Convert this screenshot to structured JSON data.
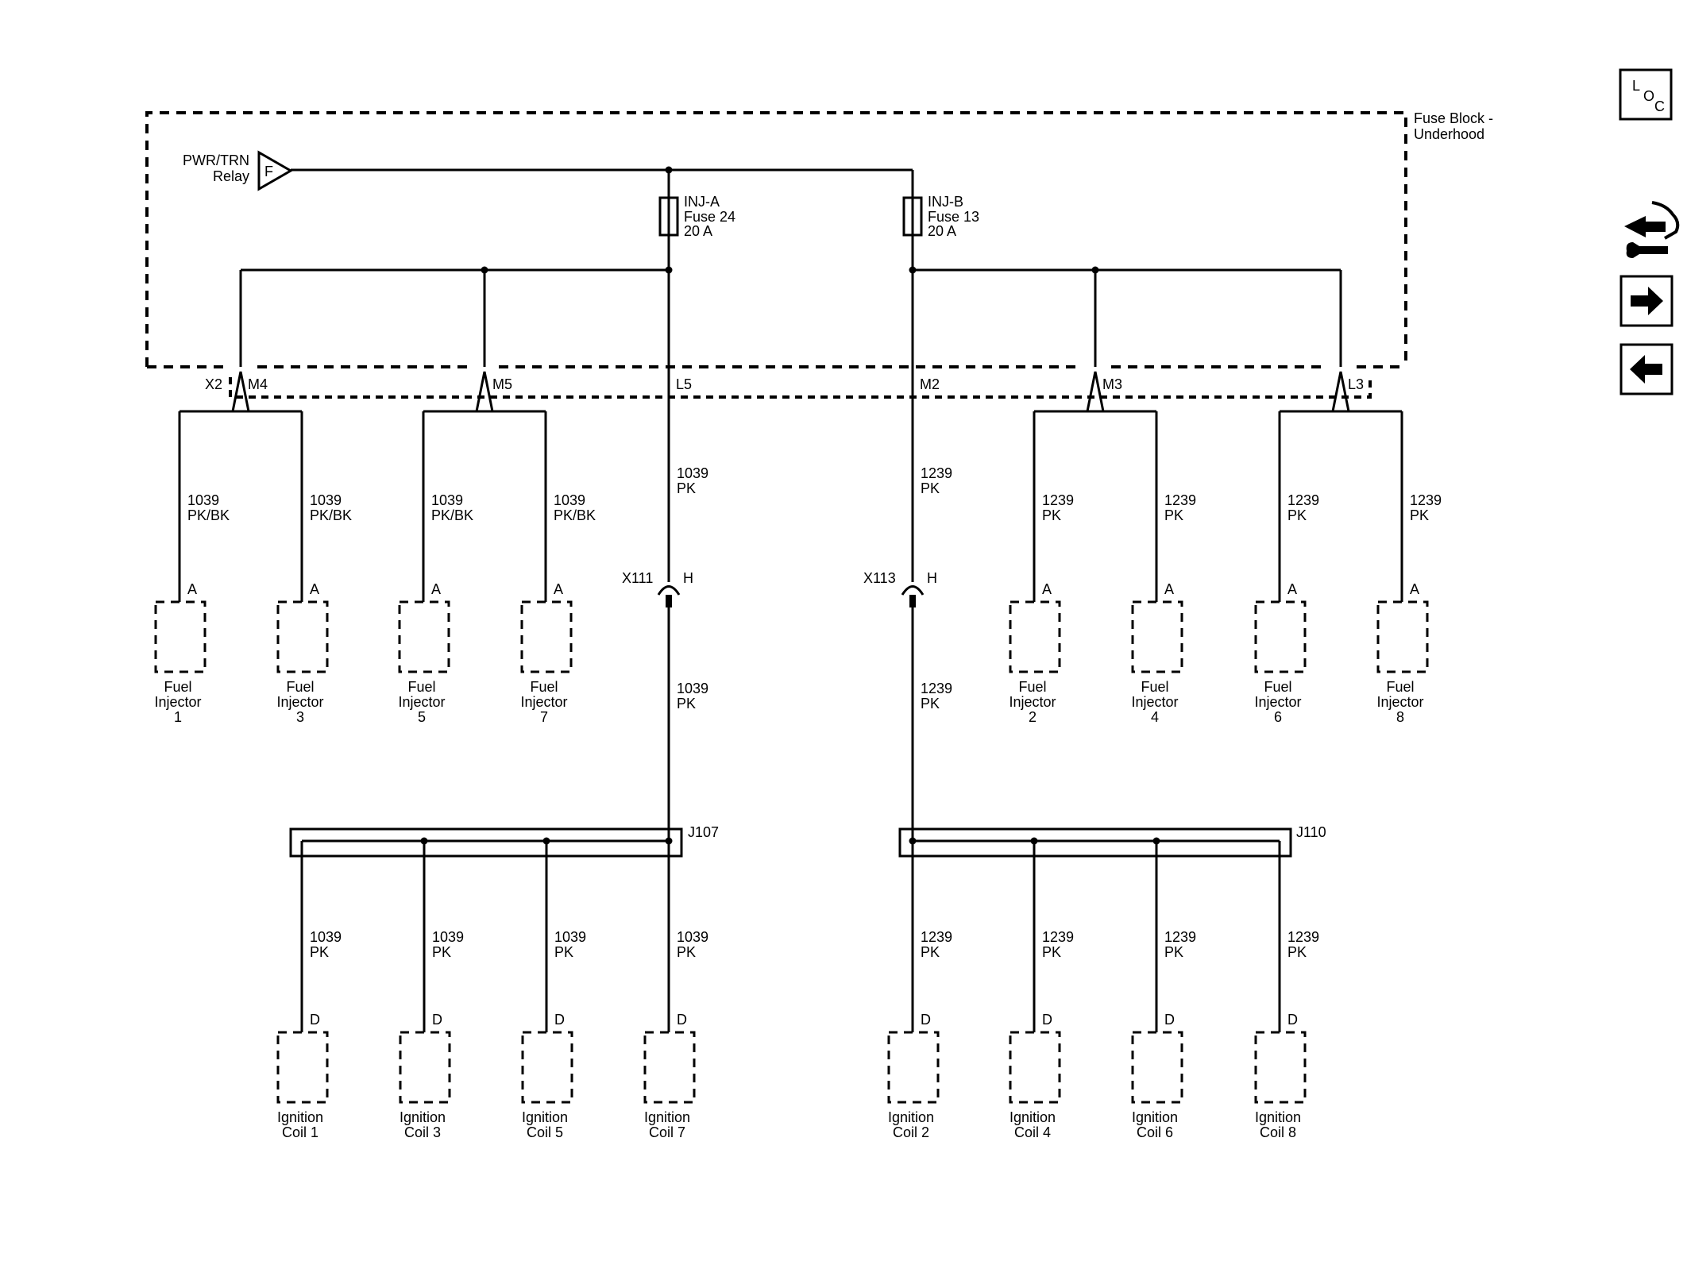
{
  "fuse_block": {
    "title_line1": "Fuse Block -",
    "title_line2": "Underhood",
    "relay_line1": "PWR/TRN",
    "relay_line2": "Relay",
    "relay_pin": "F",
    "fuse_a": {
      "line1": "INJ-A",
      "line2": "Fuse 24",
      "line3": "20 A"
    },
    "fuse_b": {
      "line1": "INJ-B",
      "line2": "Fuse 13",
      "line3": "20 A"
    },
    "pins": {
      "x2": "X2",
      "m4": "M4",
      "m5": "M5",
      "l5": "L5",
      "m2": "M2",
      "m3": "M3",
      "l3": "L3"
    }
  },
  "wires": {
    "inj_left": [
      {
        "num": "1039",
        "color": "PK/BK"
      },
      {
        "num": "1039",
        "color": "PK/BK"
      },
      {
        "num": "1039",
        "color": "PK/BK"
      },
      {
        "num": "1039",
        "color": "PK/BK"
      }
    ],
    "inj_right": [
      {
        "num": "1239",
        "color": "PK"
      },
      {
        "num": "1239",
        "color": "PK"
      },
      {
        "num": "1239",
        "color": "PK"
      },
      {
        "num": "1239",
        "color": "PK"
      }
    ],
    "feed_a_upper": {
      "num": "1039",
      "color": "PK"
    },
    "feed_b_upper": {
      "num": "1239",
      "color": "PK"
    },
    "feed_a_lower": {
      "num": "1039",
      "color": "PK"
    },
    "feed_b_lower": {
      "num": "1239",
      "color": "PK"
    },
    "coil_left": [
      {
        "num": "1039",
        "color": "PK"
      },
      {
        "num": "1039",
        "color": "PK"
      },
      {
        "num": "1039",
        "color": "PK"
      },
      {
        "num": "1039",
        "color": "PK"
      }
    ],
    "coil_right": [
      {
        "num": "1239",
        "color": "PK"
      },
      {
        "num": "1239",
        "color": "PK"
      },
      {
        "num": "1239",
        "color": "PK"
      },
      {
        "num": "1239",
        "color": "PK"
      }
    ]
  },
  "connectors": {
    "x111": "X111",
    "x113": "X113",
    "pin_h": "H",
    "j107": "J107",
    "j110": "J110"
  },
  "injectors_left": [
    {
      "pin": "A",
      "line1": "Fuel",
      "line2": "Injector",
      "line3": "1"
    },
    {
      "pin": "A",
      "line1": "Fuel",
      "line2": "Injector",
      "line3": "3"
    },
    {
      "pin": "A",
      "line1": "Fuel",
      "line2": "Injector",
      "line3": "5"
    },
    {
      "pin": "A",
      "line1": "Fuel",
      "line2": "Injector",
      "line3": "7"
    }
  ],
  "injectors_right": [
    {
      "pin": "A",
      "line1": "Fuel",
      "line2": "Injector",
      "line3": "2"
    },
    {
      "pin": "A",
      "line1": "Fuel",
      "line2": "Injector",
      "line3": "4"
    },
    {
      "pin": "A",
      "line1": "Fuel",
      "line2": "Injector",
      "line3": "6"
    },
    {
      "pin": "A",
      "line1": "Fuel",
      "line2": "Injector",
      "line3": "8"
    }
  ],
  "coils_left": [
    {
      "pin": "D",
      "line1": "Ignition",
      "line2": "Coil 1"
    },
    {
      "pin": "D",
      "line1": "Ignition",
      "line2": "Coil 3"
    },
    {
      "pin": "D",
      "line1": "Ignition",
      "line2": "Coil 5"
    },
    {
      "pin": "D",
      "line1": "Ignition",
      "line2": "Coil 7"
    }
  ],
  "coils_right": [
    {
      "pin": "D",
      "line1": "Ignition",
      "line2": "Coil 2"
    },
    {
      "pin": "D",
      "line1": "Ignition",
      "line2": "Coil 4"
    },
    {
      "pin": "D",
      "line1": "Ignition",
      "line2": "Coil 6"
    },
    {
      "pin": "D",
      "line1": "Ignition",
      "line2": "Coil 8"
    }
  ],
  "nav": {
    "loc_l": "L",
    "loc_o": "O",
    "loc_c": "C",
    "diag_icon": "component-diagnostics-icon",
    "next_icon": "arrow-right-icon",
    "prev_icon": "arrow-left-icon"
  }
}
